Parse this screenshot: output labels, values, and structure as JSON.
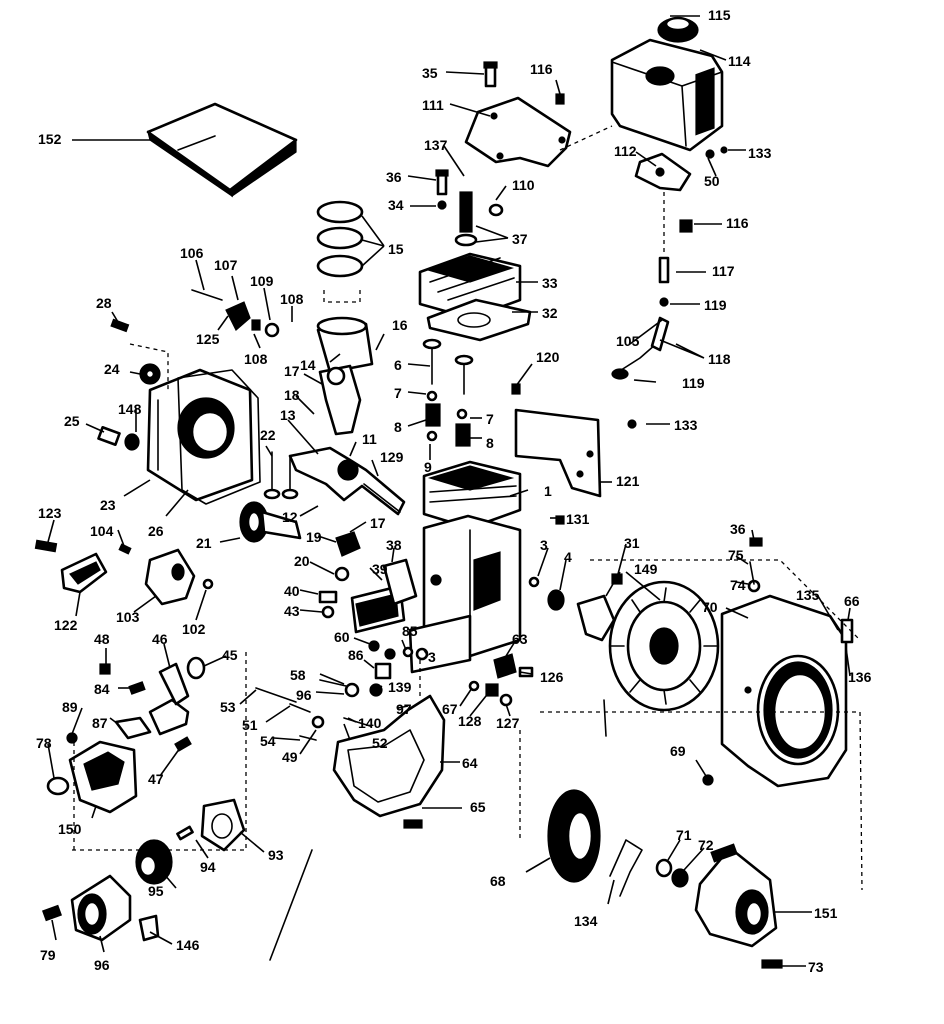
{
  "callouts": [
    {
      "text": "115"
    },
    {
      "text": "114"
    },
    {
      "text": "35"
    },
    {
      "text": "116"
    },
    {
      "text": "111"
    },
    {
      "text": "152"
    },
    {
      "text": "137"
    },
    {
      "text": "112"
    },
    {
      "text": "133"
    },
    {
      "text": "50"
    },
    {
      "text": "36"
    },
    {
      "text": "110"
    },
    {
      "text": "34"
    },
    {
      "text": "37"
    },
    {
      "text": "116"
    },
    {
      "text": "15"
    },
    {
      "text": "33"
    },
    {
      "text": "117"
    },
    {
      "text": "106"
    },
    {
      "text": "107"
    },
    {
      "text": "109"
    },
    {
      "text": "28"
    },
    {
      "text": "108"
    },
    {
      "text": "32"
    },
    {
      "text": "119"
    },
    {
      "text": "125"
    },
    {
      "text": "16"
    },
    {
      "text": "105"
    },
    {
      "text": "118"
    },
    {
      "text": "108"
    },
    {
      "text": "14"
    },
    {
      "text": "6"
    },
    {
      "text": "120"
    },
    {
      "text": "24"
    },
    {
      "text": "17"
    },
    {
      "text": "119"
    },
    {
      "text": "7"
    },
    {
      "text": "18"
    },
    {
      "text": "148"
    },
    {
      "text": "8"
    },
    {
      "text": "7"
    },
    {
      "text": "133"
    },
    {
      "text": "25"
    },
    {
      "text": "13"
    },
    {
      "text": "11"
    },
    {
      "text": "22"
    },
    {
      "text": "8"
    },
    {
      "text": "9"
    },
    {
      "text": "129"
    },
    {
      "text": "1"
    },
    {
      "text": "121"
    },
    {
      "text": "23"
    },
    {
      "text": "26"
    },
    {
      "text": "123"
    },
    {
      "text": "12"
    },
    {
      "text": "17"
    },
    {
      "text": "131"
    },
    {
      "text": "104"
    },
    {
      "text": "21"
    },
    {
      "text": "19"
    },
    {
      "text": "38"
    },
    {
      "text": "3"
    },
    {
      "text": "4"
    },
    {
      "text": "31"
    },
    {
      "text": "36"
    },
    {
      "text": "149"
    },
    {
      "text": "75"
    },
    {
      "text": "20"
    },
    {
      "text": "39"
    },
    {
      "text": "74"
    },
    {
      "text": "135"
    },
    {
      "text": "66"
    },
    {
      "text": "122"
    },
    {
      "text": "103"
    },
    {
      "text": "40"
    },
    {
      "text": "102"
    },
    {
      "text": "43"
    },
    {
      "text": "70"
    },
    {
      "text": "60"
    },
    {
      "text": "85"
    },
    {
      "text": "63"
    },
    {
      "text": "48"
    },
    {
      "text": "46"
    },
    {
      "text": "45"
    },
    {
      "text": "86"
    },
    {
      "text": "3"
    },
    {
      "text": "58"
    },
    {
      "text": "136"
    },
    {
      "text": "126"
    },
    {
      "text": "84"
    },
    {
      "text": "96"
    },
    {
      "text": "139"
    },
    {
      "text": "53"
    },
    {
      "text": "67"
    },
    {
      "text": "89"
    },
    {
      "text": "87"
    },
    {
      "text": "51"
    },
    {
      "text": "140"
    },
    {
      "text": "97"
    },
    {
      "text": "128"
    },
    {
      "text": "127"
    },
    {
      "text": "54"
    },
    {
      "text": "52"
    },
    {
      "text": "78"
    },
    {
      "text": "49"
    },
    {
      "text": "69"
    },
    {
      "text": "47"
    },
    {
      "text": "64"
    },
    {
      "text": "150"
    },
    {
      "text": "65"
    },
    {
      "text": "71"
    },
    {
      "text": "72"
    },
    {
      "text": "93"
    },
    {
      "text": "94"
    },
    {
      "text": "68"
    },
    {
      "text": "95"
    },
    {
      "text": "151"
    },
    {
      "text": "134"
    },
    {
      "text": "79"
    },
    {
      "text": "96"
    },
    {
      "text": "146"
    },
    {
      "text": "73"
    }
  ]
}
